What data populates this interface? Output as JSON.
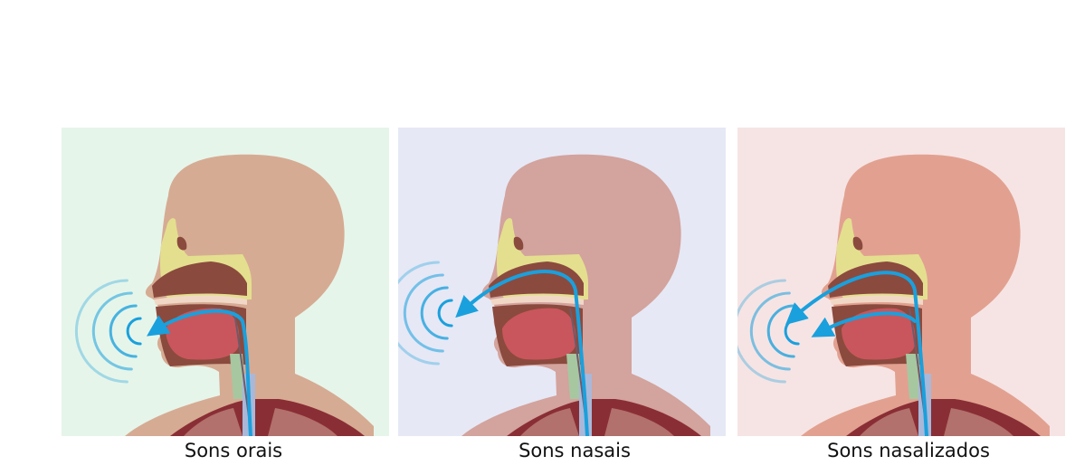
{
  "panels": [
    {
      "caption": "Sons orais",
      "bg": "#e6f5ea",
      "skin": "#d6ab93",
      "mode": "oral"
    },
    {
      "caption": "Sons nasais",
      "bg": "#e6e8f5",
      "skin": "#d3a39d",
      "mode": "nasal"
    },
    {
      "caption": "Sons nasalizados",
      "bg": "#f6e4e4",
      "skin": "#e2a190",
      "mode": "nasalized"
    }
  ],
  "colors": {
    "airflow": "#1aa0dd",
    "sinus": "#e4df8f",
    "cavity": "#8b4a3e",
    "tongue": "#c9565c",
    "chest": "#8a2e35",
    "lung": "#b2716c"
  }
}
